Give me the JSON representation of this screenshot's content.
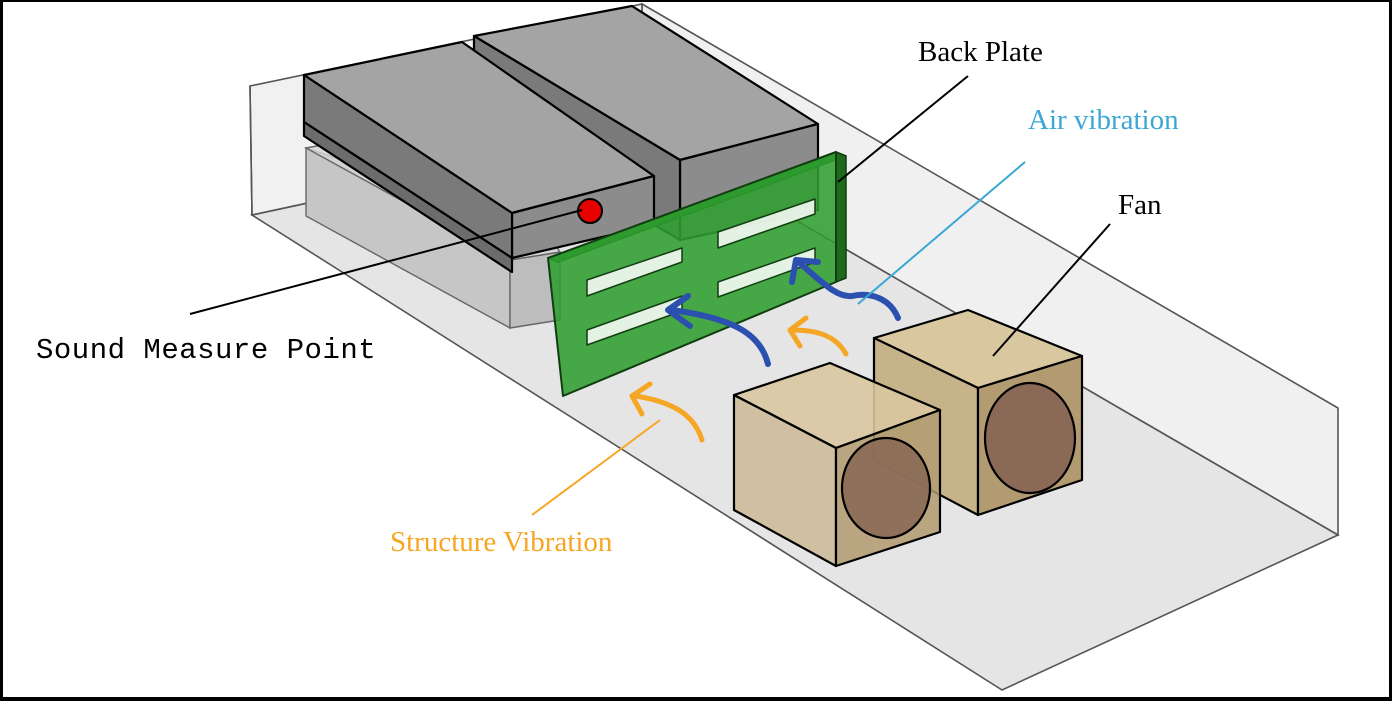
{
  "labels": {
    "back_plate": "Back Plate",
    "air_vibration": "Air vibration",
    "fan": "Fan",
    "sound_measure_point": "Sound Measure Point",
    "structure_vibration": "Structure Vibration"
  },
  "colors": {
    "frame": "#000000",
    "chassis_fill": "#d0d0d0",
    "chassis_stroke": "#555555",
    "drive_top": "#a4a4a4",
    "drive_front": "#8c8c8c",
    "drive_side": "#7a7a7a",
    "lower_block": "#c6c6c6",
    "back_plate": "#2f9e2f",
    "back_plate_edge": "#1d6a1d",
    "fan_front": "#c7b38a",
    "fan_top": "#d9c7a0",
    "fan_side": "#b29b70",
    "fan_hole": "#8a6a57",
    "measure_point": "#e60000",
    "air_arrow": "#2b50b0",
    "structure_arrow": "#f5a623",
    "air_label": "#3aa7d4",
    "structure_label": "#f5a623",
    "text": "#000000"
  }
}
